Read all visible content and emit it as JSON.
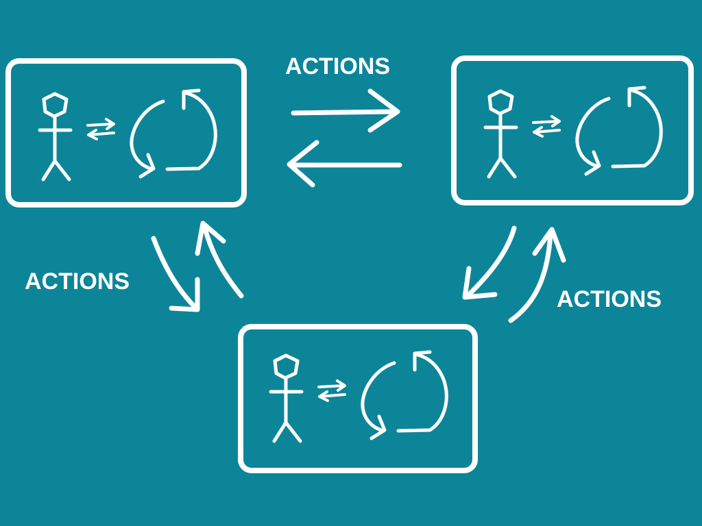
{
  "diagram": {
    "background_color": "#0d8599",
    "line_color": "#ffffff",
    "labels": {
      "top": "ACTIONS",
      "left": "ACTIONS",
      "right": "ACTIONS"
    },
    "nodes": [
      {
        "id": "node-top-left",
        "icons": [
          "stick-figure-icon",
          "exchange-arrows-icon",
          "cycle-icon"
        ]
      },
      {
        "id": "node-top-right",
        "icons": [
          "stick-figure-icon",
          "exchange-arrows-icon",
          "cycle-icon"
        ]
      },
      {
        "id": "node-bottom",
        "icons": [
          "stick-figure-icon",
          "exchange-arrows-icon",
          "cycle-icon"
        ]
      }
    ],
    "connections": [
      {
        "from": "node-top-left",
        "to": "node-top-right",
        "label": "ACTIONS"
      },
      {
        "from": "node-top-left",
        "to": "node-bottom",
        "label": "ACTIONS"
      },
      {
        "from": "node-top-right",
        "to": "node-bottom",
        "label": "ACTIONS"
      }
    ]
  }
}
